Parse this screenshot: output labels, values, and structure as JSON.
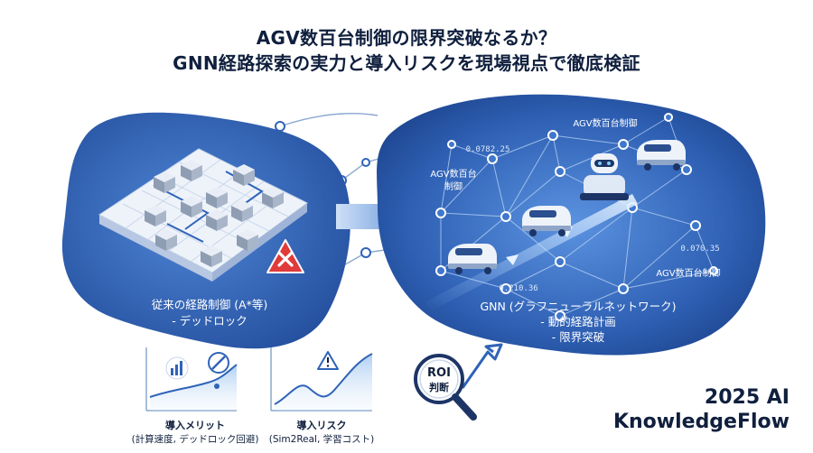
{
  "title": {
    "line1": "AGV数百台制御の限界突破なるか？",
    "line2": "GNN経路探索の実力と導入リスクを現場視点で徹底検証"
  },
  "left_panel": {
    "caption_line1": "従来の経路制御 (A*等)",
    "caption_line2": "- デッドロック"
  },
  "right_panel": {
    "label_top": "AGV数百台制御",
    "label_left_line1": "AGV数百台",
    "label_left_line2": "制御",
    "label_right": "AGV数百台制御",
    "readout_1": "0.0782.25",
    "readout_2": "0.070.35",
    "readout_3": "0.210.36",
    "caption_line1": "GNN (グラフニューラルネットワーク)",
    "caption_line2": "- 動的経路計画",
    "caption_line3": "- 限界突破"
  },
  "benefit": {
    "title": "導入メリット",
    "subtitle": "(計算速度, デッドロック回避)"
  },
  "risk": {
    "title": "導入リスク",
    "subtitle": "(Sim2Real, 学習コスト)"
  },
  "roi": {
    "line1": "ROI",
    "line2": "判断"
  },
  "brand": {
    "line1": "2025 AI",
    "line2": "KnowledgeFlow"
  },
  "colors": {
    "blob_blue": "#2f63b8",
    "dark_navy": "#0f1f3d",
    "accent_red": "#e03a3a",
    "light_blue": "#cfe0f7"
  },
  "icons": [
    "agv-icon",
    "warning-icon",
    "arrow-right-icon",
    "robot-icon",
    "bar-chart-icon",
    "no-entry-icon",
    "magnifier-icon"
  ]
}
